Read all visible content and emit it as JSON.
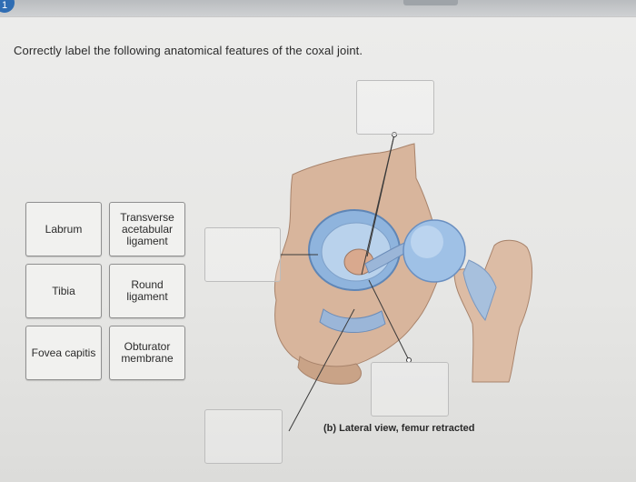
{
  "header": {
    "question_number": "1"
  },
  "question": {
    "prompt": "Correctly label the following anatomical features of the coxal joint."
  },
  "terms": [
    {
      "label": "Labrum"
    },
    {
      "label": "Transverse acetabular ligament"
    },
    {
      "label": "Tibia"
    },
    {
      "label": "Round ligament"
    },
    {
      "label": "Fovea capitis"
    },
    {
      "label": "Obturator membrane"
    }
  ],
  "figure": {
    "caption": "(b) Lateral view, femur retracted",
    "colors": {
      "bone": "#d9b79f",
      "cartilage": "#a9c7e3",
      "ligament": "#8faad0"
    }
  }
}
